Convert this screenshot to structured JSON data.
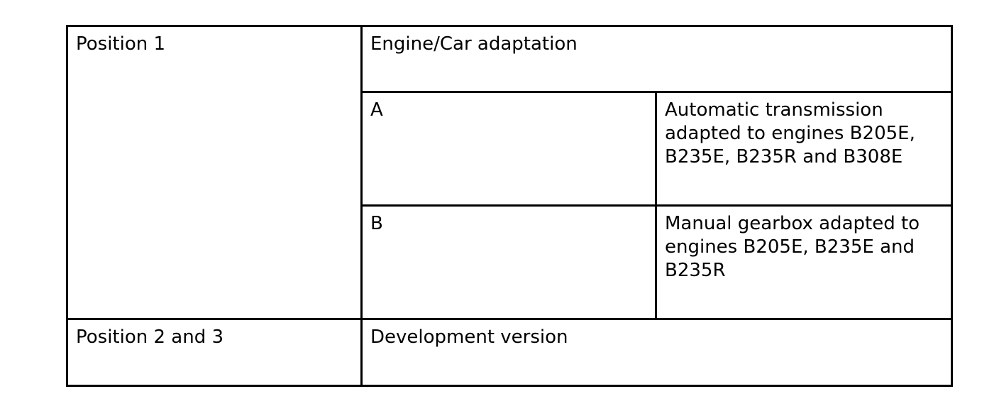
{
  "table": {
    "position1": {
      "label": "Position 1",
      "category": "Engine/Car adaptation",
      "codes": [
        {
          "code": "A",
          "description": "Automatic transmission adapted to engines B205E, B235E, B235R and B308E"
        },
        {
          "code": "B",
          "description": "Manual gearbox adapted to engines B205E, B235E and B235R"
        }
      ]
    },
    "position2and3": {
      "label": "Position 2 and 3",
      "description": "Development version"
    }
  },
  "colors": {
    "border": "#000000",
    "text": "#000000",
    "background": "#ffffff"
  }
}
